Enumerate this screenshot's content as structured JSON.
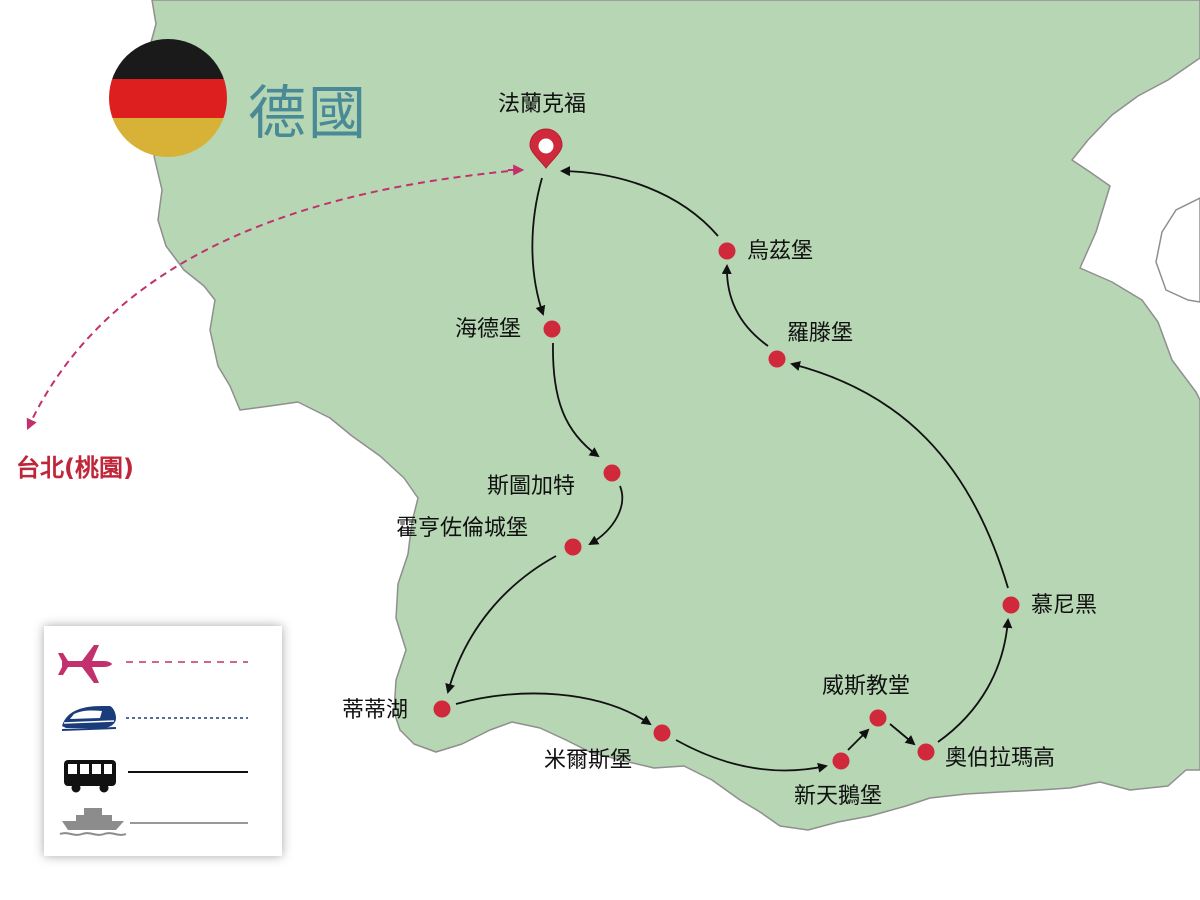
{
  "header": {
    "country": "德國",
    "flag_colors": [
      "#1a1a1a",
      "#dd1f1f",
      "#d8b236"
    ]
  },
  "origin": {
    "label": "台北(桃園)"
  },
  "cities": {
    "frankfurt": "法蘭克福",
    "heidelberg": "海德堡",
    "stuttgart": "斯圖加特",
    "hohenzollern": "霍亨佐倫城堡",
    "titisee": "蒂蒂湖",
    "meersburg": "米爾斯堡",
    "neuschwanstein": "新天鵝堡",
    "wieskirche": "威斯教堂",
    "oberammergau": "奧伯拉瑪高",
    "munich": "慕尼黑",
    "rothenburg": "羅滕堡",
    "wurzburg": "烏茲堡"
  },
  "legend": {
    "items": [
      {
        "icon": "airplane-icon",
        "line": "dashed",
        "color": "#c2306e"
      },
      {
        "icon": "train-icon",
        "line": "dotted",
        "color": "#1b3c7a"
      },
      {
        "icon": "bus-icon",
        "line": "solid",
        "color": "#111111"
      },
      {
        "icon": "ship-icon",
        "line": "solid",
        "color": "#777777"
      }
    ]
  },
  "colors": {
    "land": "#b6d6b4",
    "border": "#8f8f8f",
    "stop": "#d0293c",
    "flight": "#c2306e",
    "route": "#111111",
    "title": "#4a8a96"
  }
}
